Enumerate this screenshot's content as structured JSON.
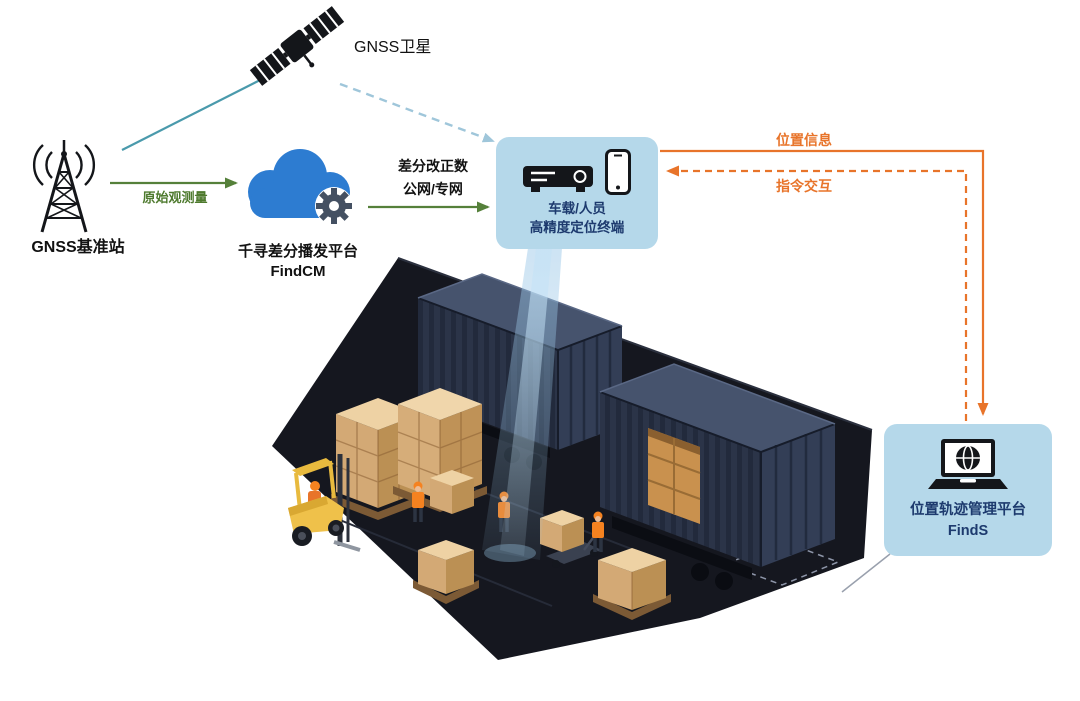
{
  "nodes": {
    "satellite": {
      "label": "GNSS卫星",
      "icon": "satellite-icon"
    },
    "base_station": {
      "label": "GNSS基准站",
      "icon": "radio-tower-icon"
    },
    "cloud_platform": {
      "name": "千寻差分播发平台",
      "product": "FindCM",
      "icon": "cloud-gear-icon"
    },
    "terminal": {
      "line1": "车载/人员",
      "line2": "高精度定位终端",
      "icons": [
        "vehicle-receiver-icon",
        "smartphone-icon"
      ]
    },
    "management_platform": {
      "name": "位置轨迹管理平台",
      "product": "FindS",
      "icon": "laptop-globe-icon"
    }
  },
  "edges": {
    "satellite_to_base": {
      "style": "solid-teal"
    },
    "satellite_to_terminal": {
      "style": "dashed-light-blue"
    },
    "raw_observation": {
      "label": "原始观测量",
      "style": "solid-green-arrow",
      "from": "GNSS基准站",
      "to": "千寻差分播发平台"
    },
    "corrections": {
      "label_line1": "差分改正数",
      "label_line2": "公网/专网",
      "style": "solid-green-arrow",
      "from": "千寻差分播发平台",
      "to": "车载/人员高精度定位终端"
    },
    "position_info": {
      "label": "位置信息",
      "style": "solid-orange-arrow",
      "from": "车载/人员高精度定位终端",
      "to": "位置轨迹管理平台"
    },
    "command_interaction": {
      "label": "指令交互",
      "style": "dashed-orange-arrow",
      "from": "位置轨迹管理平台",
      "to": "车载/人员高精度定位终端"
    }
  },
  "scene": {
    "description": "isometric warehouse yard: two dark shipping containers (one open with cargo boxes), pallet stacks of cardboard boxes, yellow forklift, workers with pallet jack, blue positioning beam from terminal, dashed empty slot marking"
  },
  "colors": {
    "bubble_bg": "#b5d8ea",
    "bubble_text": "#1d3a6e",
    "arrow_green": "#55803a",
    "green_text": "#4e7a2e",
    "arrow_orange": "#e8742a",
    "line_teal": "#4a9aac",
    "line_dashed_blue": "#9fc6da",
    "cloud_blue": "#2d7cd1",
    "platform_dark": "#15171f",
    "box_tan": "#d3a975",
    "forklift_yellow": "#efc14a",
    "icon_black": "#14161a"
  }
}
